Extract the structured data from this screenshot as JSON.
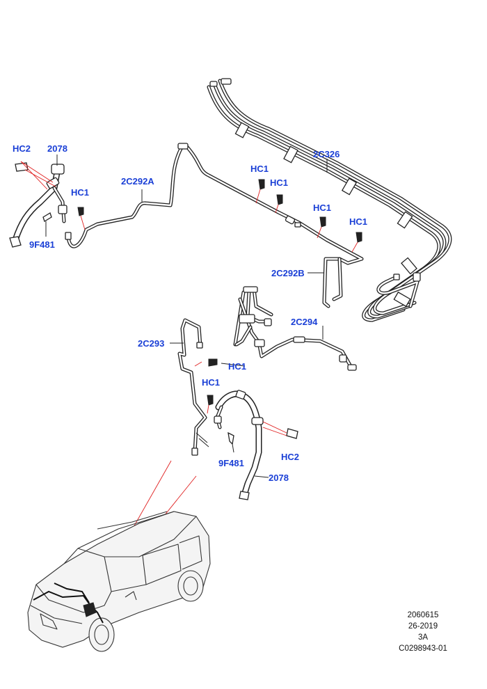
{
  "callouts": {
    "hc2_top": "HC2",
    "p2078_top": "2078",
    "hc1_left": "HC1",
    "p9f481_left": "9F481",
    "p2c292a": "2C292A",
    "hc1_mid_a": "HC1",
    "hc1_mid_b": "HC1",
    "hc1_mid_c": "HC1",
    "hc1_mid_d": "HC1",
    "p2c326": "2C326",
    "p2c292b": "2C292B",
    "p2c294": "2C294",
    "p2c293": "2C293",
    "hc1_low_a": "HC1",
    "hc1_low_b": "HC1",
    "p9f481_low": "9F481",
    "hc2_low": "HC2",
    "p2078_low": "2078"
  },
  "info_block": {
    "line1": "2060615",
    "line2": "26-2019",
    "line3": "3A",
    "line4": "C0298943-01"
  },
  "colors": {
    "callout_text": "#1a3fd6",
    "leader_red": "#e02020",
    "line_art": "#222222"
  }
}
